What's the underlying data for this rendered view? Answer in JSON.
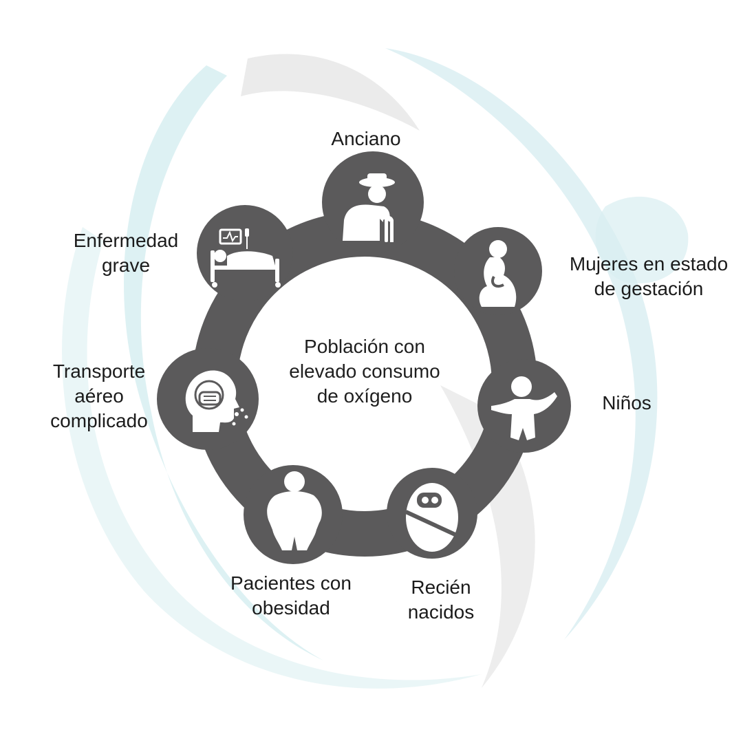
{
  "center": {
    "lines": [
      "Población con",
      "elevado consumo",
      "de oxígeno"
    ]
  },
  "groups": [
    {
      "id": "anciano",
      "label_lines": [
        "Anciano"
      ],
      "icon": "elderly-person-icon"
    },
    {
      "id": "gestacion",
      "label_lines": [
        "Mujeres en estado",
        "de gestación"
      ],
      "icon": "pregnant-woman-icon"
    },
    {
      "id": "ninos",
      "label_lines": [
        "Niños"
      ],
      "icon": "child-icon"
    },
    {
      "id": "recien-nacidos",
      "label_lines": [
        "Recién",
        "nacidos"
      ],
      "icon": "newborn-baby-icon"
    },
    {
      "id": "obesidad",
      "label_lines": [
        "Pacientes con",
        "obesidad"
      ],
      "icon": "obese-person-icon"
    },
    {
      "id": "transporte",
      "label_lines": [
        "Transporte",
        "aéreo",
        "complicado"
      ],
      "icon": "head-with-mask-icon"
    },
    {
      "id": "enfermedad",
      "label_lines": [
        "Enfermedad",
        "grave"
      ],
      "icon": "hospital-bed-icon"
    }
  ],
  "colors": {
    "ring": "#5b5a5b",
    "icon": "#ffffff",
    "text": "#1b1b1b",
    "watermark_teal": "#d3ecef",
    "watermark_gray": "#e9e9e9"
  }
}
